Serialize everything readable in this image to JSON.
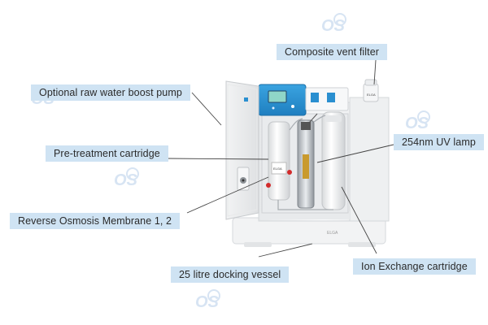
{
  "figure": {
    "labels": {
      "vent_filter": "Composite vent filter",
      "boost_pump": "Optional raw water boost pump",
      "pretreatment": "Pre-treatment cartridge",
      "uv_lamp": "254nm UV lamp",
      "ro_membrane": "Reverse Osmosis Membrane 1, 2",
      "ion_exchange": "Ion Exchange cartridge",
      "docking_vessel": "25 litre docking vessel"
    },
    "colors": {
      "label_background": "#cfe3f3",
      "leader_line": "#444444",
      "device_body": "#f4f5f6",
      "device_shadow": "#dcdfe2",
      "control_panel": "#2a8fd0",
      "display_screen": "#8fd6c8",
      "watermark": "#8fb4dd"
    },
    "watermark_icon": "logo-watermark-icon"
  }
}
